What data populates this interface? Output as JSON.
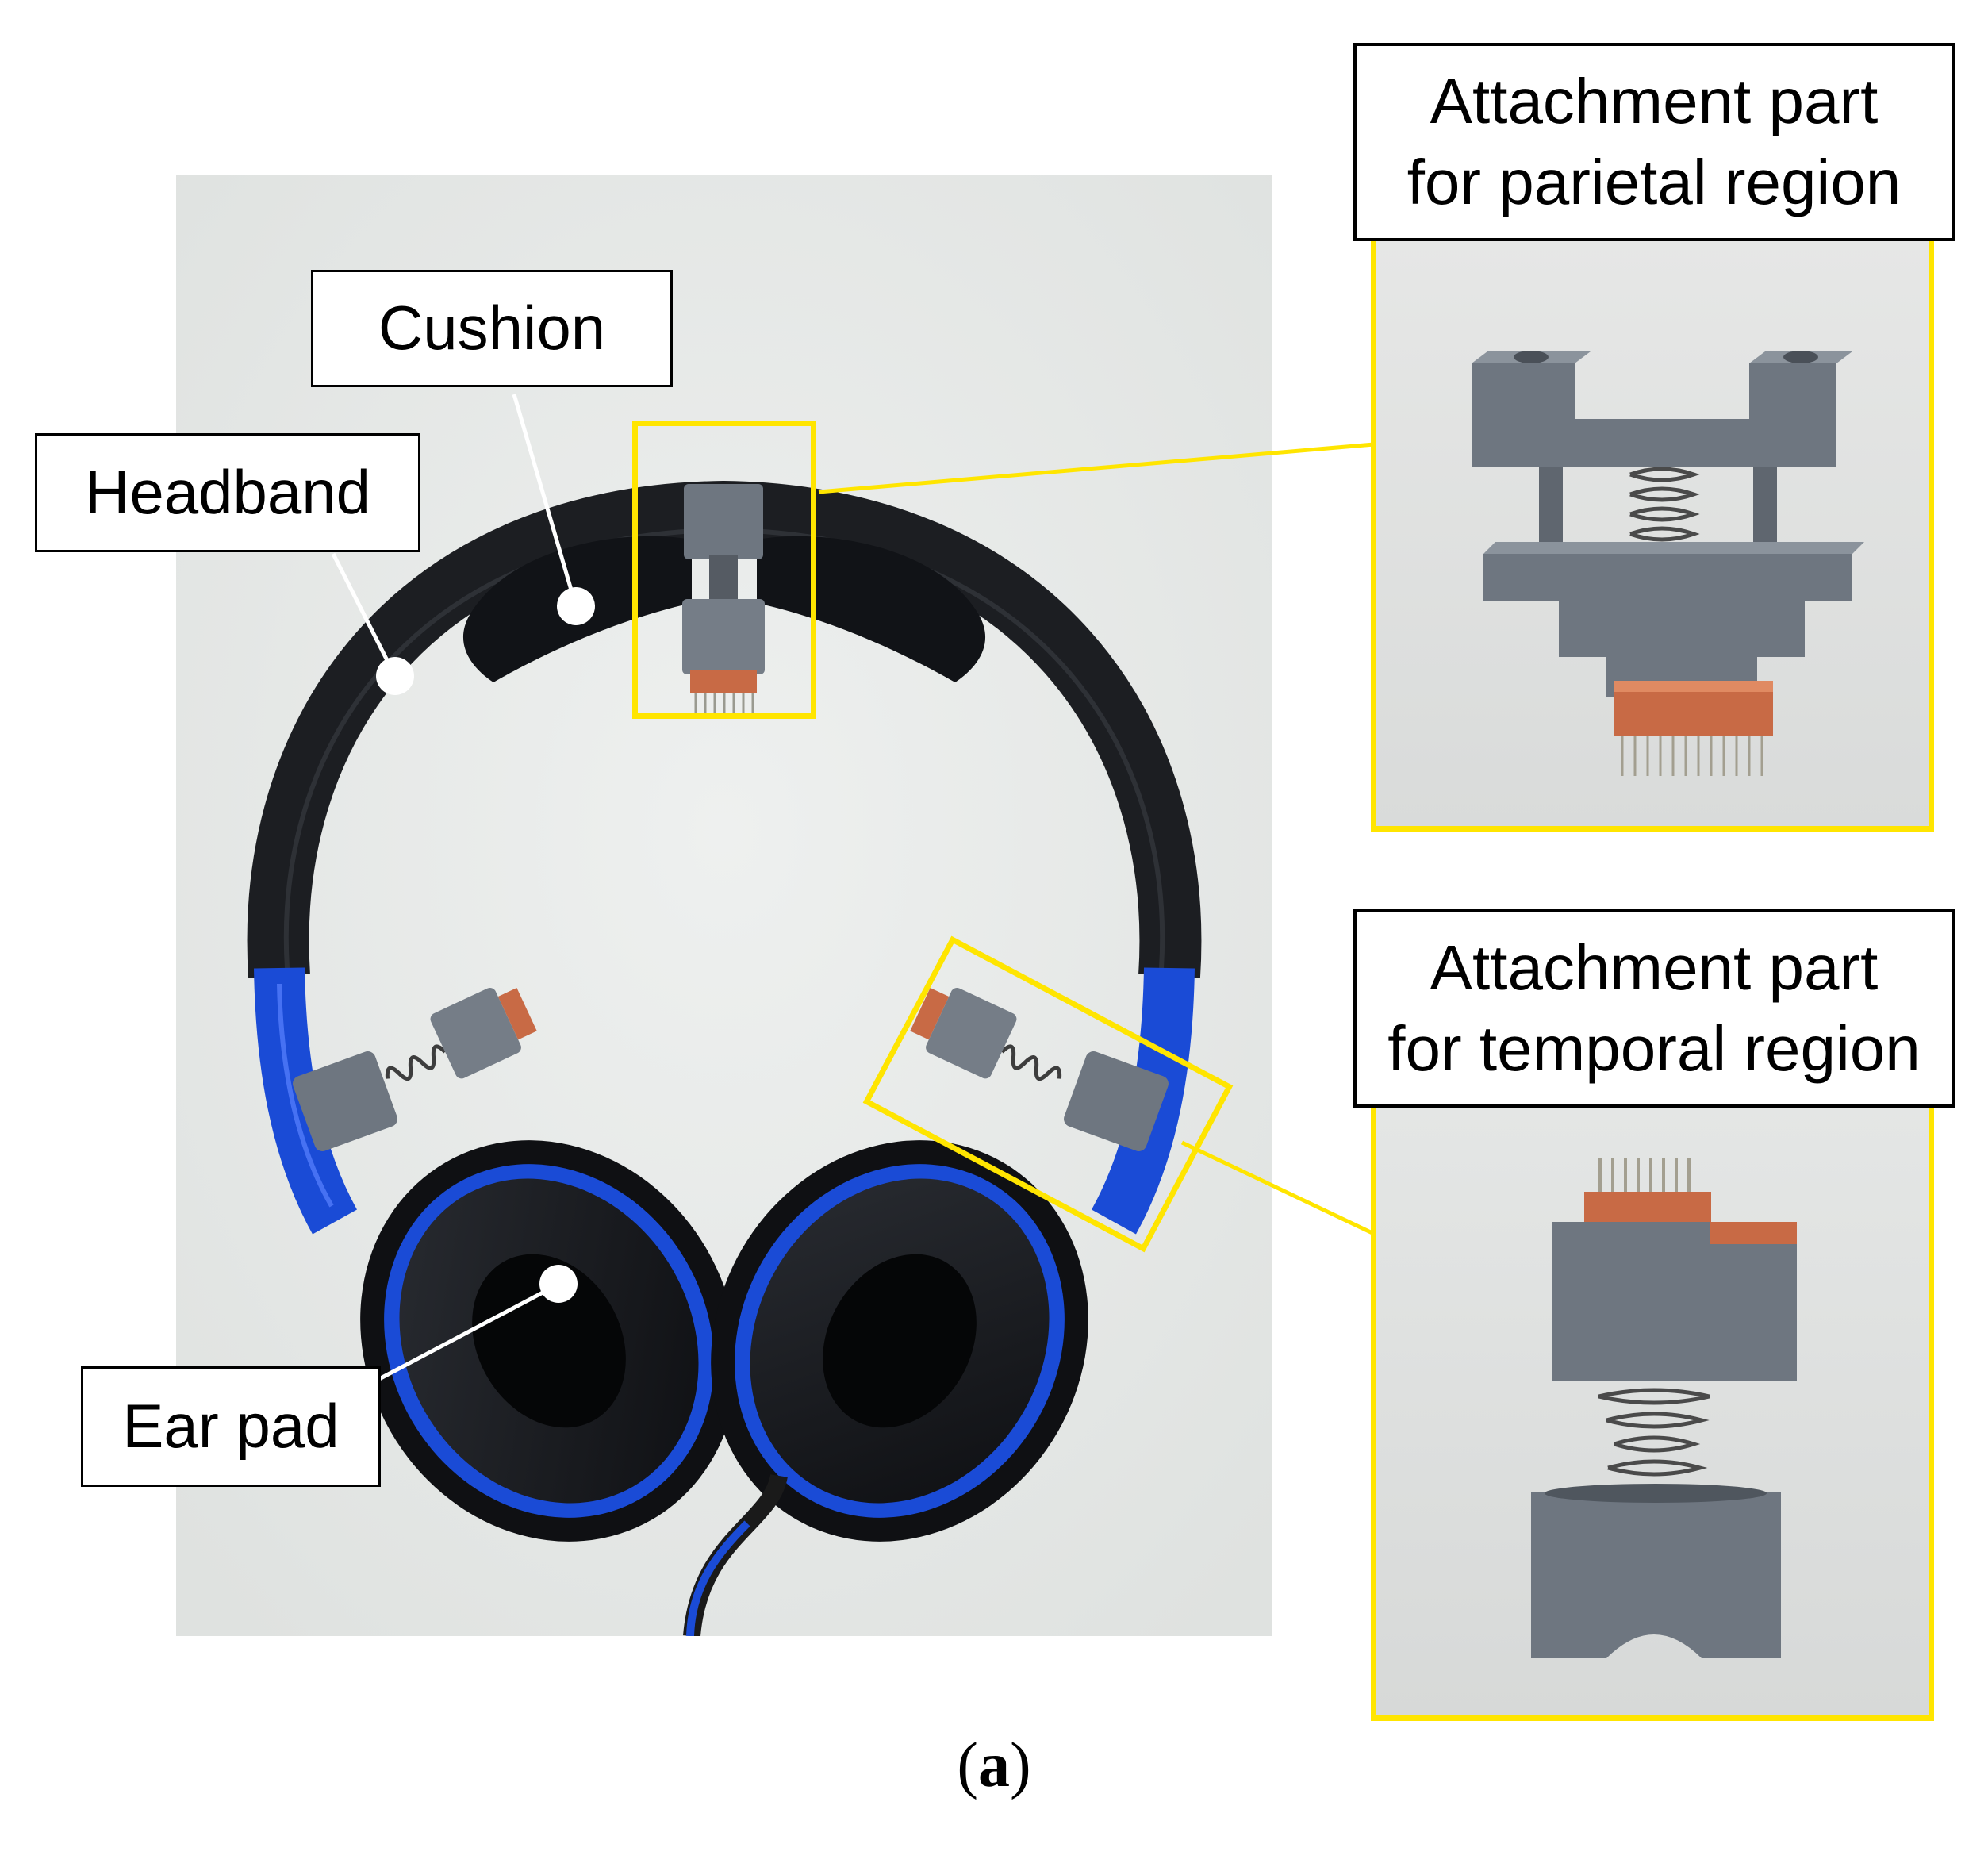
{
  "labels": {
    "cushion": "Cushion",
    "headband": "Headband",
    "ear_pad": "Ear pad",
    "parietal_line1": "Attachment part",
    "parietal_line2": "for parietal region",
    "temporal_line1": "Attachment part",
    "temporal_line2": "for temporal region"
  },
  "caption": {
    "open": "(",
    "letter": "a",
    "close": ")"
  },
  "colors": {
    "highlight": "#FFE500",
    "headband_black": "#1c1e22",
    "slider_blue": "#1a4bd6",
    "part_gray": "#6e7680",
    "copper": "#c86a45",
    "background": "#e6e8e6"
  }
}
